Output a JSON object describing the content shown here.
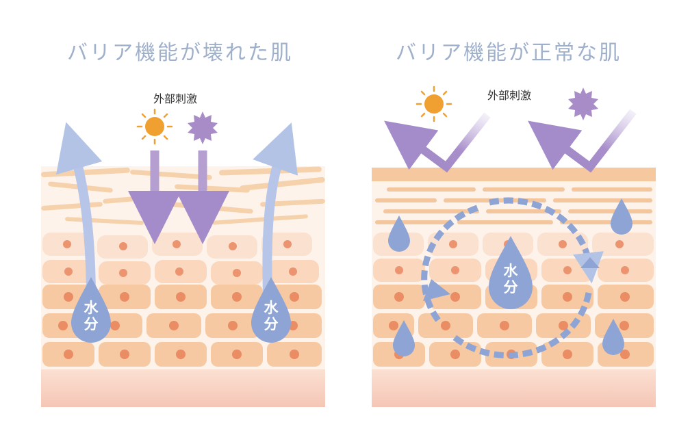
{
  "panels": [
    {
      "title": "バリア機能が壊れた肌",
      "stimulus_label": "外部刺激",
      "moisture_label": "水分"
    },
    {
      "title": "バリア機能が正常な肌",
      "stimulus_label": "外部刺激",
      "moisture_label": "水分"
    }
  ],
  "colors": {
    "title": "#9fb0cb",
    "skin_cell": "#f6c9a2",
    "cell_nucleus": "#ea8c64",
    "dermis": "#f7cdbf",
    "moisture": "#8ea4d4",
    "uv_sun": "#f0a030",
    "irritant": "#a88cc8",
    "stimulus_arrow": "#b59ed0",
    "moisture_arrow": "#b7c6e8"
  },
  "icons": [
    "sun-icon",
    "irritant-icon",
    "water-drop-icon",
    "arrow-icon"
  ]
}
